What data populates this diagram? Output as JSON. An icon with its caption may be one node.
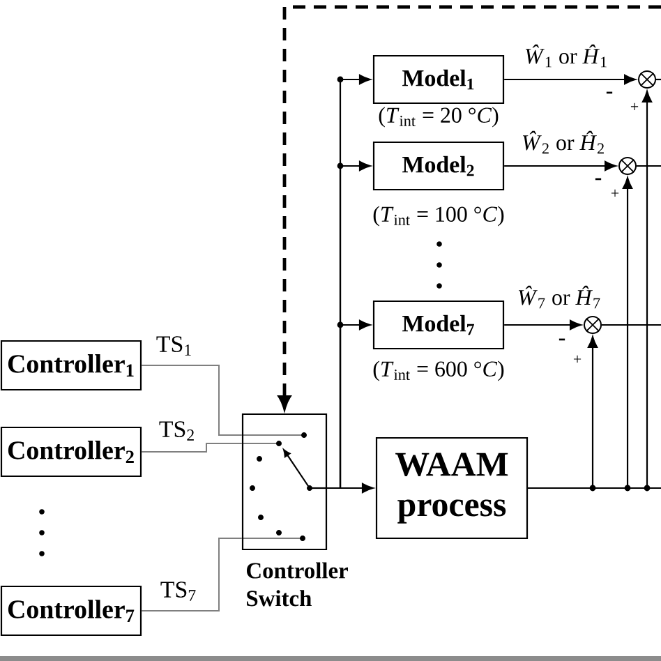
{
  "diagram": {
    "nodes": [
      {
        "text": [
          "Controller$_{1}$"
        ]
      },
      {
        "text": [
          "Controller$_{2}$"
        ]
      },
      {
        "text": [
          "Controller$_{7}$"
        ]
      },
      {
        "text": [
          "Controller Switch"
        ]
      },
      {
        "text": [
          "WAAM process"
        ]
      },
      {
        "text": [
          "Model$_{1}$"
        ],
        "beside": [
          "(*T*$_{int}$ = 20 °*C*)"
        ]
      },
      {
        "text": [
          "Model$_{2}$"
        ],
        "beside": [
          "(*T*$_{int}$ = 100 °*C*)"
        ]
      },
      {
        "text": [
          "Model$_{7}$"
        ],
        "beside": [
          "(*T*$_{int}$ = 600 °*C*)"
        ]
      },
      {
        "text": [],
        "shape": "circle",
        "beside": [
          "-",
          "+"
        ]
      },
      {
        "text": [],
        "shape": "circle",
        "beside": [
          "-",
          "+"
        ]
      },
      {
        "text": [],
        "shape": "circle",
        "beside": [
          "-",
          "+"
        ]
      }
    ],
    "edges": [
      {
        "from": null,
        "to": 3,
        "arrow": "to",
        "style": "dashed"
      },
      {
        "from": 0,
        "to": 3,
        "arrow": "none",
        "label": "TS$_{1}$",
        "color": "#7f7f7f"
      },
      {
        "from": 1,
        "to": 3,
        "arrow": "none",
        "label": "TS$_{2}$",
        "color": "#7f7f7f"
      },
      {
        "from": 2,
        "to": 3,
        "arrow": "none",
        "label": "TS$_{7}$",
        "color": "#7f7f7f"
      },
      {
        "from": 3,
        "to": 4,
        "arrow": "to"
      },
      {
        "from": 3,
        "to": 5,
        "arrow": "to"
      },
      {
        "from": 3,
        "to": 6,
        "arrow": "to"
      },
      {
        "from": 3,
        "to": 7,
        "arrow": "to"
      },
      {
        "from": 5,
        "to": 8,
        "arrow": "to",
        "label": "*Ŵ*$_{1}$ or *Ĥ*$_{1}$"
      },
      {
        "from": 6,
        "to": 9,
        "arrow": "to",
        "label": "*Ŵ*$_{2}$ or *Ĥ*$_{2}$"
      },
      {
        "from": 7,
        "to": 10,
        "arrow": "to",
        "label": "*Ŵ*$_{7}$ or *Ĥ*$_{7}$"
      },
      {
        "from": 4,
        "to": 8,
        "arrow": "to"
      },
      {
        "from": 4,
        "to": 9,
        "arrow": "to"
      },
      {
        "from": 4,
        "to": 10,
        "arrow": "to"
      },
      {
        "from": 4,
        "to": null,
        "arrow": "none"
      },
      {
        "from": 8,
        "to": null,
        "arrow": "none"
      },
      {
        "from": 9,
        "to": null,
        "arrow": "none"
      },
      {
        "from": 10,
        "to": null,
        "arrow": "none"
      }
    ]
  }
}
